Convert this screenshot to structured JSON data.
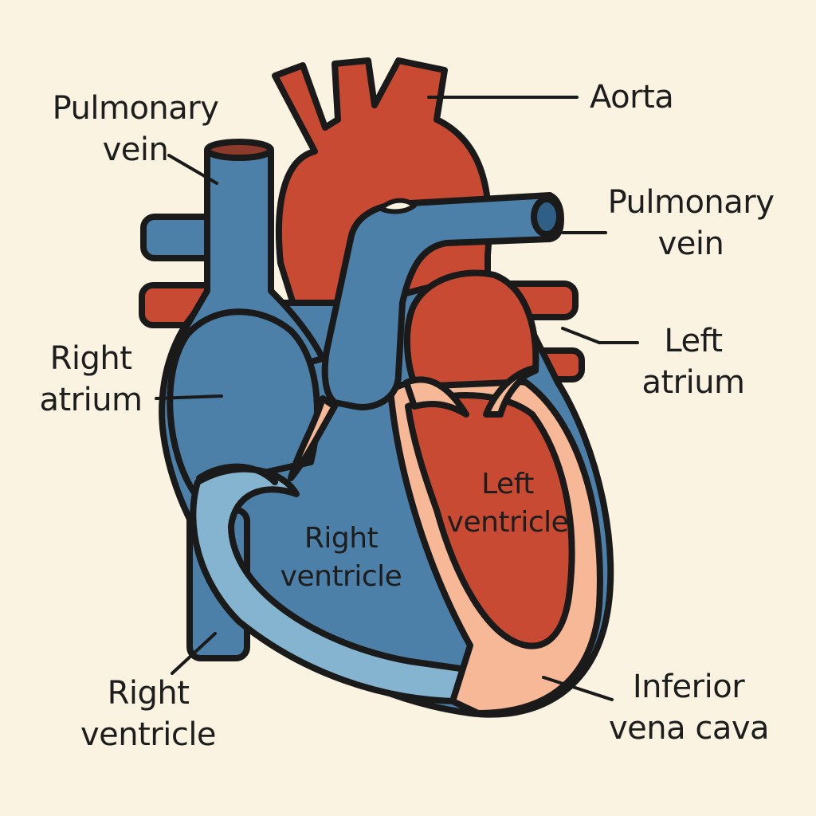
{
  "labels": {
    "aorta": "Aorta",
    "pulmonary_vein_left": [
      "Pulmonary",
      "vein"
    ],
    "pulmonary_vein_right": [
      "Pulmonary",
      "vein"
    ],
    "left_atrium": [
      "Left",
      "atrium"
    ],
    "right_atrium": [
      "Right",
      "atrium"
    ],
    "left_ventricle": [
      "Left",
      "ventricle"
    ],
    "right_ventricle_inner": [
      "Right",
      "ventricle"
    ],
    "right_ventricle_outer": [
      "Right",
      "ventricle"
    ],
    "inferior_vena_cava": [
      "Inferior",
      "vena cava"
    ]
  },
  "colors": {
    "background": "#fbf3e1",
    "red": "#c84a33",
    "blue": "#4c80a8",
    "light_blue": "#84b4d0",
    "peach": "#f6b896",
    "outline": "#1a1a1a"
  }
}
